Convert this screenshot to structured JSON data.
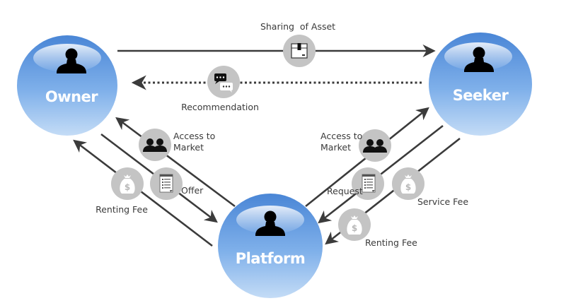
{
  "diagram": {
    "type": "sharing-economy-flow",
    "nodes": {
      "owner": {
        "label": "Owner",
        "icon": "person-silhouette-icon"
      },
      "seeker": {
        "label": "Seeker",
        "icon": "person-silhouette-icon"
      },
      "platform": {
        "label": "Platform",
        "icon": "person-silhouette-icon"
      }
    },
    "flows": {
      "sharing_of_asset": {
        "label": "Sharing  of Asset",
        "from": "Owner",
        "to": "Seeker",
        "style": "solid",
        "icon": "package-box-icon"
      },
      "recommendation": {
        "label": "Recommendation",
        "from": "Seeker",
        "to": "Owner",
        "style": "dotted",
        "icon": "chat-bubbles-icon"
      },
      "owner_access_to_market": {
        "label_line1": "Access to",
        "label_line2": "Market",
        "from": "Platform",
        "to": "Owner",
        "icon": "group-people-icon"
      },
      "offer": {
        "label": "Offer",
        "from": "Owner",
        "to": "Platform",
        "icon": "document-list-icon"
      },
      "owner_renting_fee": {
        "label": "Renting Fee",
        "from": "Platform",
        "to": "Owner",
        "icon": "money-bag-icon"
      },
      "seeker_access_to_market": {
        "label_line1": "Access to",
        "label_line2": "Market",
        "from": "Platform",
        "to": "Seeker",
        "icon": "group-people-icon"
      },
      "request": {
        "label": "Request",
        "from": "Seeker",
        "to": "Platform",
        "icon": "document-list-icon"
      },
      "service_fee": {
        "label": "Service Fee",
        "from": "Seeker",
        "to": "Platform",
        "icon": "money-bag-icon"
      },
      "seeker_renting_fee": {
        "label": "Renting Fee",
        "from": "Seeker",
        "to": "Platform",
        "icon": "money-bag-icon"
      }
    }
  }
}
